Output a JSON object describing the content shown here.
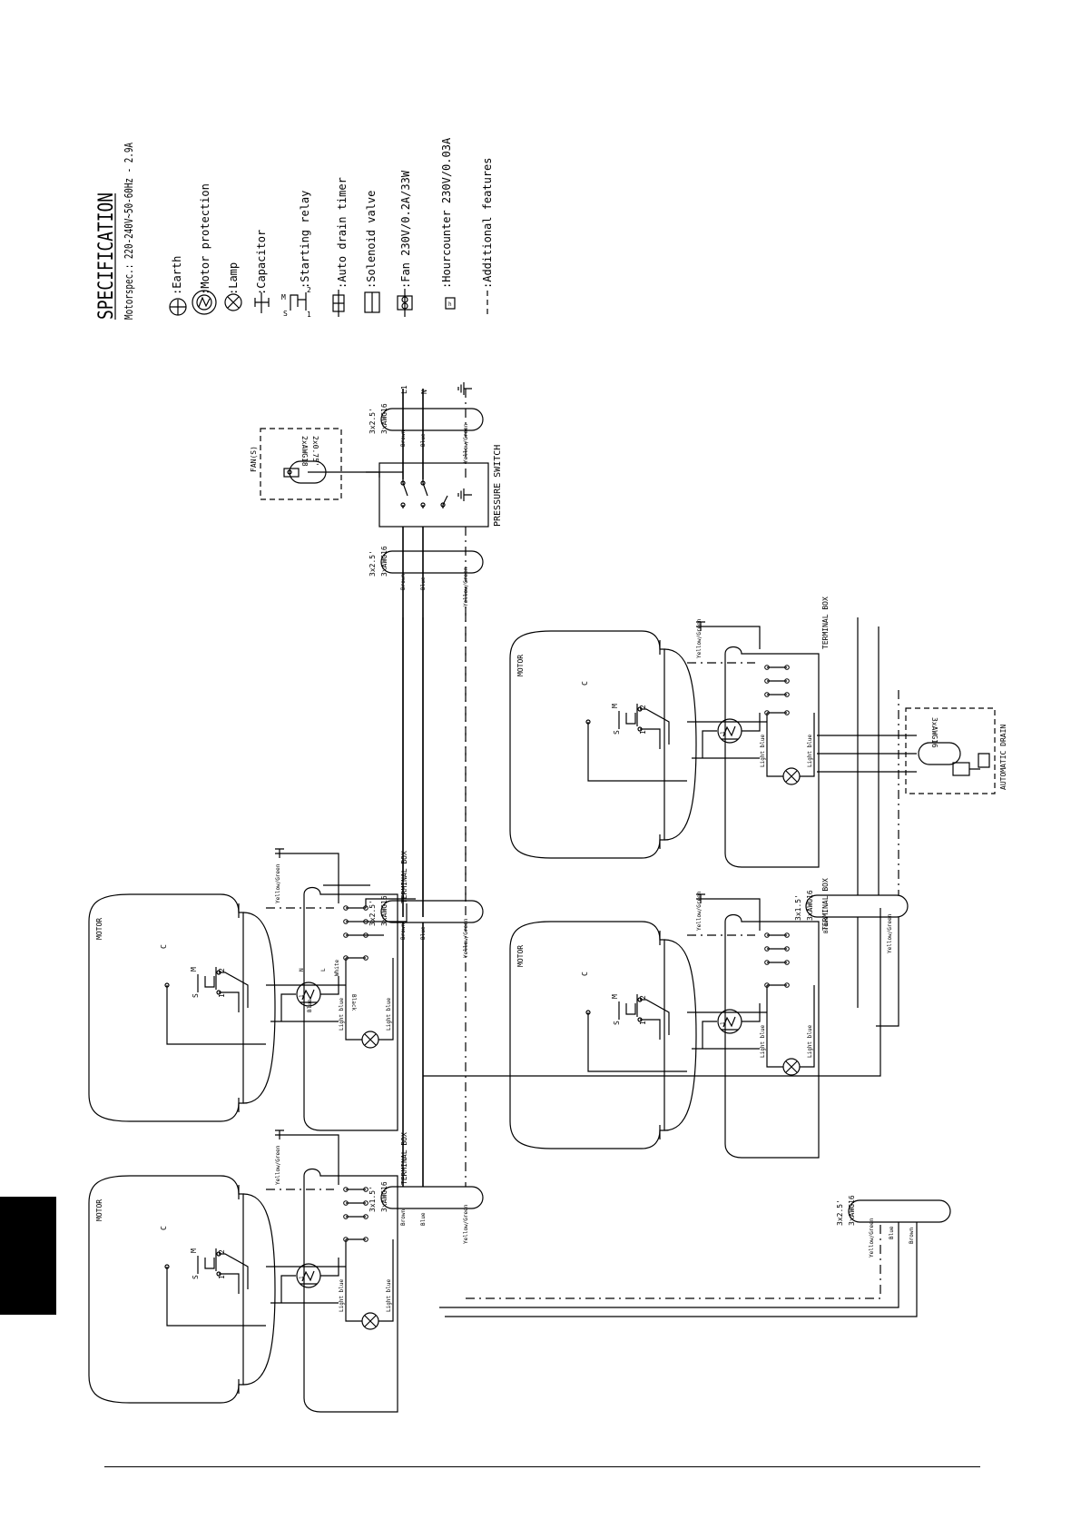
{
  "spec": {
    "title": "SPECIFICATION",
    "motorspec": "Motorspec.: 220-240V~50-60Hz - 2.9A",
    "legend": [
      {
        "icon": "earth-icon",
        "label": ":Earth"
      },
      {
        "icon": "motor-protection-icon",
        "label": ":Motor protection"
      },
      {
        "icon": "lamp-icon",
        "label": ":Lamp"
      },
      {
        "icon": "capacitor-icon",
        "label": ":Capacitor"
      },
      {
        "icon": "starting-relay-icon",
        "label": ":Starting  relay"
      },
      {
        "icon": "auto-drain-timer-icon",
        "label": ":Auto drain timer"
      },
      {
        "icon": "solenoid-valve-icon",
        "label": ":Solenoid valve"
      },
      {
        "icon": "fan-icon",
        "label": ":Fan   230V/0.2A/33W"
      },
      {
        "icon": "hourcounter-icon",
        "label": ":Hourcounter  230V/0.03A"
      },
      {
        "icon": "dashed-line-icon",
        "label": ":Additional  features"
      }
    ],
    "relay_labels": {
      "s": "S",
      "m": "M",
      "one": "1",
      "two": "2"
    }
  },
  "labels": {
    "motor": "MOTOR",
    "capacitor_c": "C",
    "terminal_box": "TERMINAL BOX",
    "pressure_switch": "PRESSURE SWITCH",
    "fan": "FAN(S)",
    "automatic_drain": "AUTOMATIC DRAIN",
    "l1": "L1",
    "n": "N",
    "cable_3x25": "3x2.5'",
    "cable_3x15": "3x1.5'",
    "cable_3awg16": "3xAWG16",
    "cable_2x075": "2x0.75'",
    "cable_2awg18": "2xAWG18",
    "wire_brown": "Brown",
    "wire_blue": "Blue",
    "wire_yellow_green": "Yellow/Green",
    "wire_black": "Black",
    "wire_white": "White",
    "wire_light_blue": "Light blue",
    "term_n": "N",
    "term_l": "L"
  },
  "colors": {
    "ink": "#000000",
    "paper": "#ffffff"
  }
}
